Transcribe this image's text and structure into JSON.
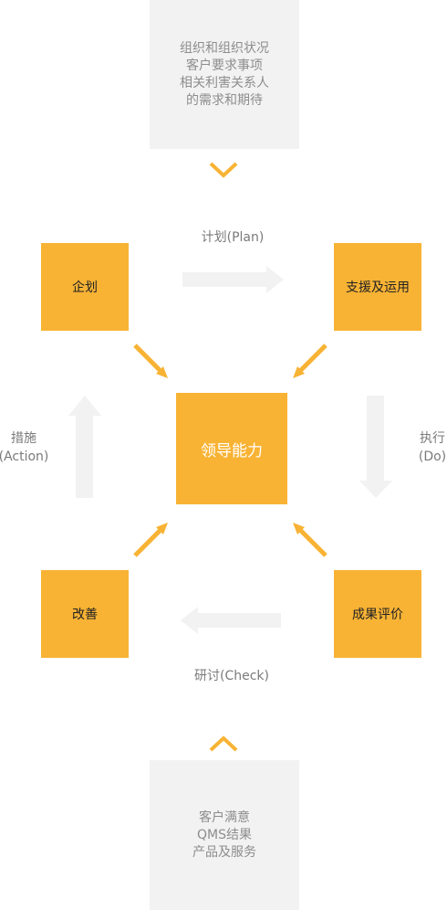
{
  "inputs": {
    "lines": [
      "组织和组织状况",
      "客户要求事项",
      "相关利害关系人",
      "的需求和期待"
    ]
  },
  "outputs": {
    "lines": [
      "客户满意",
      "QMS结果",
      "产品及服务"
    ]
  },
  "nodes": {
    "center": "领导能力",
    "plan": "企划",
    "support": "支援及运用",
    "improve": "改善",
    "evaluation": "成果评价"
  },
  "cycle": {
    "plan": "计划(Plan)",
    "do": [
      "执行",
      "(Do)"
    ],
    "check": "研讨(Check)",
    "action": [
      "措施",
      "(Action)"
    ]
  },
  "colors": {
    "node": "#f8b334",
    "cycle_arrow": "#f1f2f1",
    "io_box": "#f1f2f1",
    "accent_arrow": "#f8b334"
  }
}
